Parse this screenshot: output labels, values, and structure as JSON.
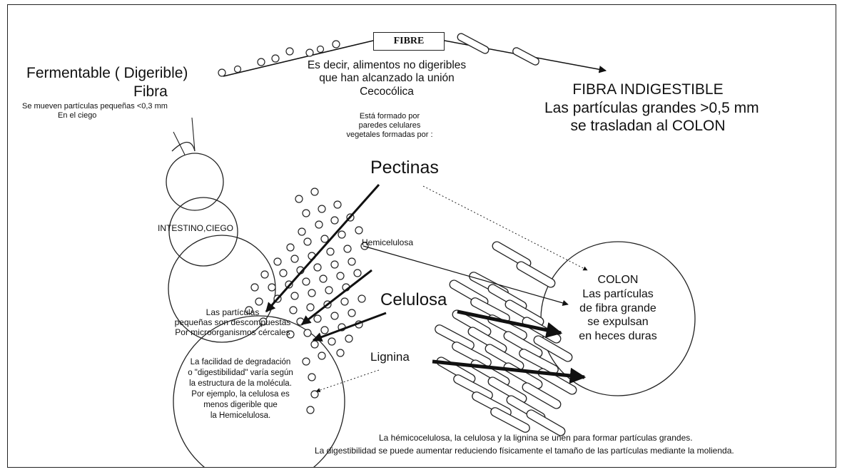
{
  "labels": {
    "fibre": "FIBRE",
    "fermentable": "Fermentable ( Digerible)",
    "fibra": "Fibra",
    "small_particles_1": "Se mueven partículas pequeñas <0,3 mm",
    "small_particles_2": "En el ciego",
    "definition_1": "Es decir, alimentos no digeribles",
    "definition_2": "que han alcanzado la unión",
    "definition_3": "Cecocólica",
    "formed_1": "Está formado por",
    "formed_2": "paredes celulares",
    "formed_3": "vegetales formadas por :",
    "indigestible_1": "FIBRA INDIGESTIBLE",
    "indigestible_2": "Las partículas grandes >0,5 mm",
    "indigestible_3": "se trasladan al COLON",
    "pectinas": "Pectinas",
    "hemicelulosa": "Hemicelulosa",
    "celulosa": "Celulosa",
    "lignina": "Lignina",
    "intestino": "INTESTINO,CIEGO",
    "decompose_1": "Las partículas",
    "decompose_2": "pequeñas son descompuestas",
    "decompose_3": "Por microorganismos cércales",
    "facility_1": "La facilidad de degradación",
    "facility_2": "o \"digestibilidad\" varía según",
    "facility_3": "la estructura de la molécula.",
    "facility_4": "Por ejemplo, la celulosa es",
    "facility_5": "menos digerible que",
    "facility_6": "la Hemicelulosa.",
    "colon_1": "COLON",
    "colon_2": "Las partículas",
    "colon_3": "de fibra grande",
    "colon_4": "se expulsan",
    "colon_5": "en heces duras",
    "bottom_1": "La hémicocelulosa, la celulosa y la lignina se unen para formar partículas grandes.",
    "bottom_2": "La digestibilidad se puede aumentar reduciendo físicamente el tamaño de las partículas mediante la molienda."
  },
  "colors": {
    "ink": "#111111",
    "outline": "#222222",
    "paper": "#ffffff"
  }
}
